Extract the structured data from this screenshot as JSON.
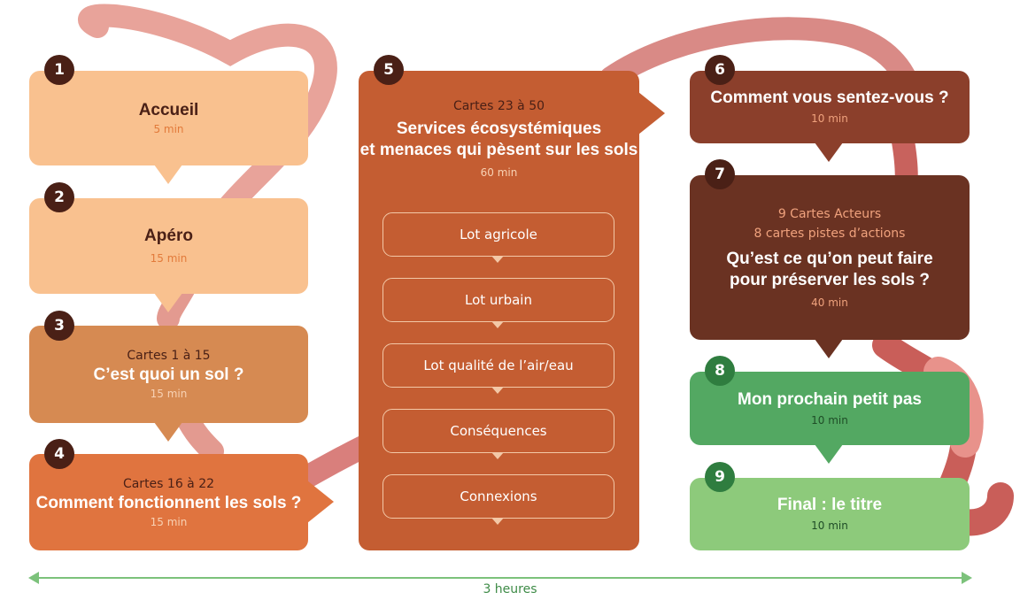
{
  "steps": [
    {
      "num": "1",
      "title": "Accueil",
      "duration": "5 min"
    },
    {
      "num": "2",
      "title": "Apéro",
      "duration": "15 min"
    },
    {
      "num": "3",
      "cards": "Cartes 1 à 15",
      "title": "C’est quoi un sol ?",
      "duration": "15 min"
    },
    {
      "num": "4",
      "cards": "Cartes 16 à 22",
      "title": "Comment fonctionnent les sols ?",
      "duration": "15 min"
    },
    {
      "num": "5",
      "cards": "Cartes 23 à 50",
      "title_line1": "Services écosystémiques",
      "title_line2": "et menaces qui pèsent sur les sols",
      "duration": "60 min",
      "lots": [
        "Lot agricole",
        "Lot urbain",
        "Lot qualité de l’air/eau",
        "Conséquences",
        "Connexions"
      ]
    },
    {
      "num": "6",
      "title": "Comment vous sentez-vous ?",
      "duration": "10 min"
    },
    {
      "num": "7",
      "cards_line1": "9 Cartes Acteurs",
      "cards_line2": "8 cartes pistes d’actions",
      "title_line1": "Qu’est ce qu’on peut faire",
      "title_line2": "pour préserver les sols ?",
      "duration": "40 min"
    },
    {
      "num": "8",
      "title": "Mon prochain petit pas",
      "duration": "10 min"
    },
    {
      "num": "9",
      "title": "Final : le titre",
      "duration": "10 min"
    }
  ],
  "total_duration": "3 heures",
  "colors": {
    "step1": "#f9c18f",
    "step2": "#f9c18f",
    "step3": "#d68a52",
    "step4": "#e0743f",
    "step5": "#c45d32",
    "step6": "#8b3f2b",
    "step7": "#6a3222",
    "step8": "#53a862",
    "step9": "#8dca7b",
    "number_dark": "#4a2016",
    "number_green": "#2f7d3f",
    "worm": "#e8918a",
    "timeline": "#7cc27b"
  }
}
